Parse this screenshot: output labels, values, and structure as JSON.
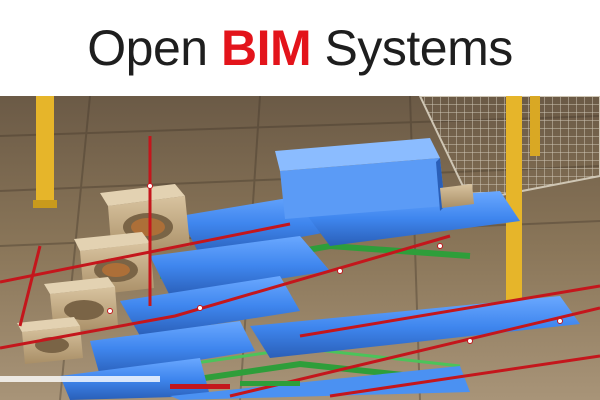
{
  "banner": {
    "title_before": "Open",
    "title_accent": "BIM",
    "title_after": "Systems"
  },
  "colors": {
    "accent": "#e3141b",
    "title_text": "#1e1e1e",
    "duct": "#3f86ee",
    "pipe_red": "#c4161c",
    "pipe_green": "#2e9e3a",
    "beam_yellow": "#e6b52a",
    "ahu_beige": "#c8b08a"
  },
  "scene": {
    "icons": [
      "bim-model-illustration"
    ]
  }
}
